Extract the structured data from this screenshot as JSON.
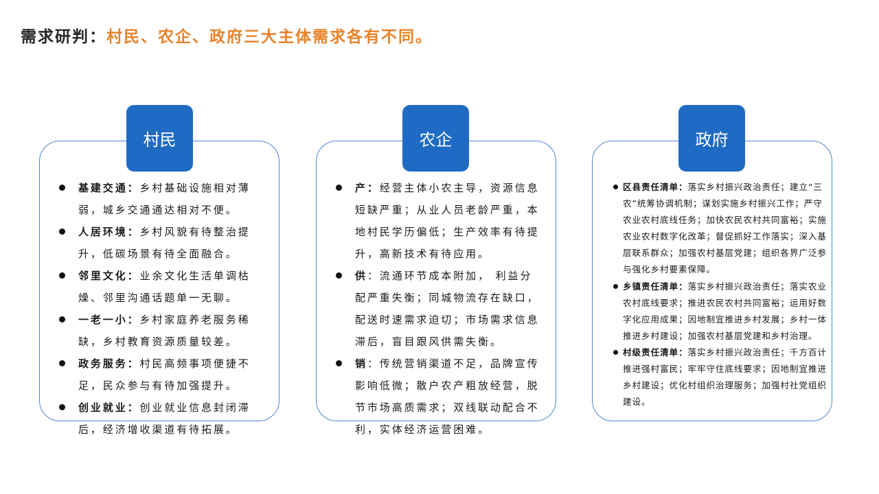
{
  "title": {
    "prefix": "需求研判：",
    "main": "村民、农企、政府三大主体需求各有不同。"
  },
  "colors": {
    "accent": "#e8822a",
    "tab_blue": "#1f6bc4",
    "border": "#4f86cf"
  },
  "cards": [
    {
      "tab": "村民",
      "items": [
        {
          "head": "基建交通：",
          "body": "乡村基础设施相对薄弱，城乡交通通达相对不便。"
        },
        {
          "head": "人居环境：",
          "body": "乡村风貌有待整治提升，低碳场景有待全面融合。"
        },
        {
          "head": "邻里文化：",
          "body": "业余文化生活单调枯燥、邻里沟通话题单一无聊。"
        },
        {
          "head": "一老一小：",
          "body": "乡村家庭养老服务稀缺，乡村教育资源质量较差。"
        },
        {
          "head": "政务服务：",
          "body": "村民高频事项便捷不足，民众参与有待加强提升。"
        },
        {
          "head": "创业就业：",
          "body": "创业就业信息封闭滞后，经济增收渠道有待拓展。"
        }
      ]
    },
    {
      "tab": "农企",
      "items": [
        {
          "head": "产：",
          "body": "经营主体小农主导，资源信息短缺严重；从业人员老龄严重，本地村民学历偏低；生产效率有待提升，高新技术有待应用。"
        },
        {
          "head": "供",
          "body": "：流通环节成本附加， 利益分配严重失衡；同城物流存在缺口，配送时速需求迫切；市场需求信息滞后，盲目跟风供需失衡。"
        },
        {
          "head": "销",
          "body": "：传统营销渠道不足，品牌宣传影响低微；散户农产粗放经营，脱节市场高质需求；双线联动配合不利，实体经济运营困难。"
        }
      ]
    },
    {
      "tab": "政府",
      "items": [
        {
          "head": "区县责任清单：",
          "body": "落实乡村振兴政治责任；建立“三农”统筹协调机制；谋划实施乡村振兴工作；严守农业农村底线任务；加快农民农村共同富裕；实施农业农村数字化改革；督促抓好工作落实；深入基层联系群众；加强农村基层党建；组织各界广泛参与强化乡村要素保障。"
        },
        {
          "head": "乡镇责任清单：",
          "body": "落实乡村振兴政治责任；落实农业农村底线要求；推进农民农村共同富裕；运用好数字化应用成果；因地制宜推进乡村发展；乡村一体推进乡村建设；加强农村基层党建和乡村治理。"
        },
        {
          "head": "村级责任清单：",
          "body": "落实乡村振兴政治责任；千方百计推进强村富民；牢牢守住底线要求；因地制宜推进乡村建设；优化村组织治理服务；加强村社党组织建设。"
        }
      ]
    }
  ]
}
